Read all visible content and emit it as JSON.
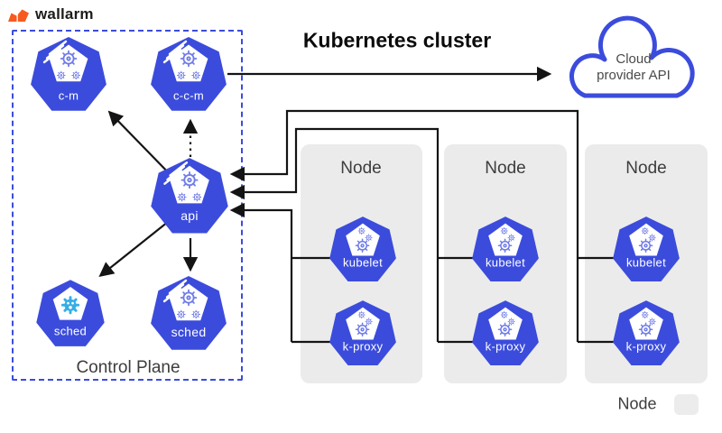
{
  "brand": {
    "name": "wallarm"
  },
  "title": "Kubernetes cluster",
  "cloud": {
    "line1": "Cloud",
    "line2": "provider API"
  },
  "control_plane": {
    "label": "Control Plane",
    "components": {
      "cm": "c-m",
      "ccm": "c-c-m",
      "api": "api",
      "sched_left": "sched",
      "sched_right": "sched"
    }
  },
  "nodes": [
    {
      "title": "Node",
      "kubelet": "kubelet",
      "kproxy": "k-proxy"
    },
    {
      "title": "Node",
      "kubelet": "kubelet",
      "kproxy": "k-proxy"
    },
    {
      "title": "Node",
      "kubelet": "kubelet",
      "kproxy": "k-proxy"
    }
  ],
  "legend": {
    "label": "Node"
  },
  "colors": {
    "k8s_blue": "#3B4CDC",
    "gear_periwinkle": "#707CE8",
    "accent_cyan": "#35AEE5",
    "node_gray": "#EBEBEB",
    "arrow_black": "#141414",
    "wallarm_orange": "#F75A1E"
  }
}
